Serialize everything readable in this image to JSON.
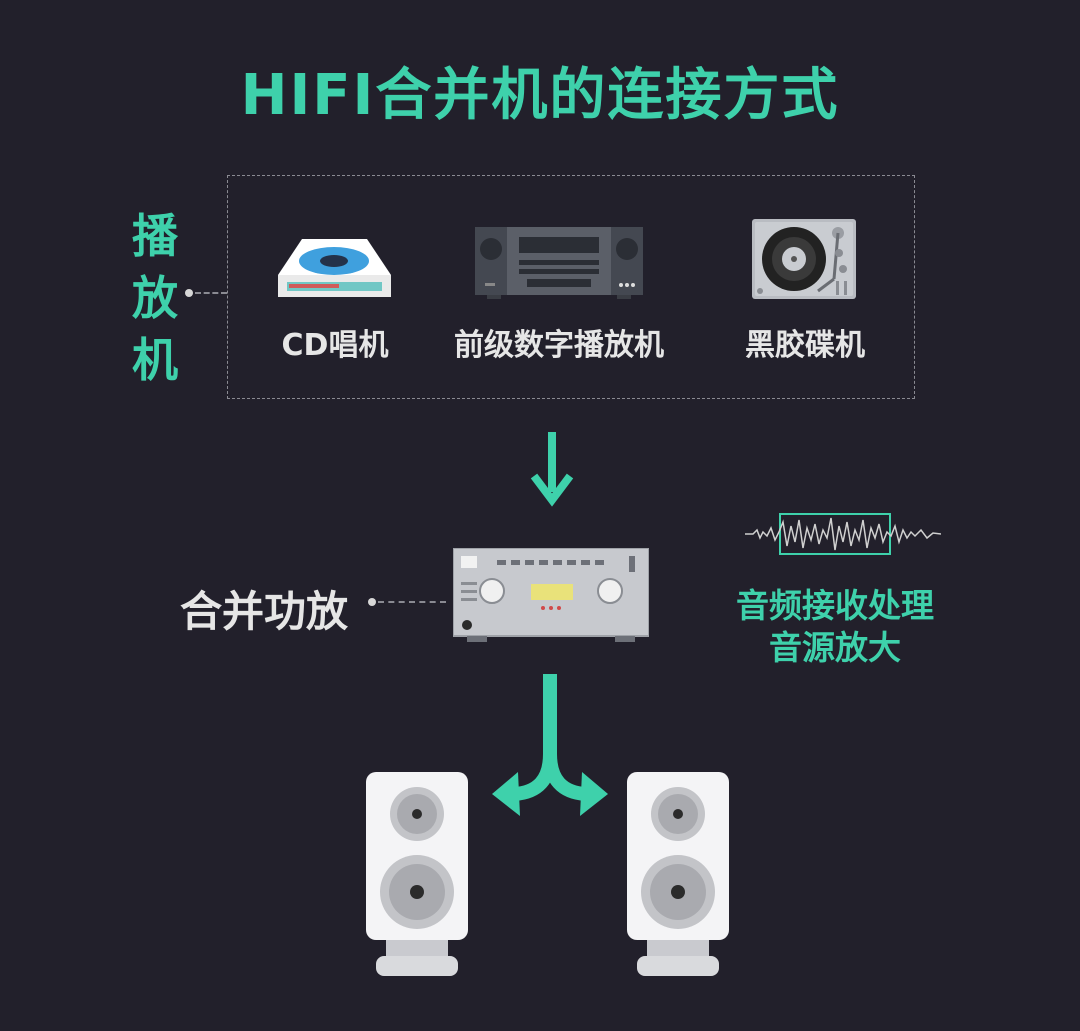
{
  "title": "HIFI合并机的连接方式",
  "player_group": {
    "label": "播放机",
    "devices": [
      {
        "label": "CD唱机",
        "icon": "cd-player-icon"
      },
      {
        "label": "前级数字播放机",
        "icon": "digital-player-icon"
      },
      {
        "label": "黑胶碟机",
        "icon": "turntable-icon"
      }
    ]
  },
  "amplifier": {
    "label": "合并功放",
    "icon": "integrated-amplifier-icon"
  },
  "processing": {
    "line1": "音频接收处理",
    "line2": "音源放大",
    "icon": "waveform-icon"
  },
  "speakers": [
    {
      "icon": "speaker-icon"
    },
    {
      "icon": "speaker-icon"
    }
  ],
  "colors": {
    "background": "#22202b",
    "accent": "#3ed1ab",
    "text": "#e6e6e6"
  }
}
